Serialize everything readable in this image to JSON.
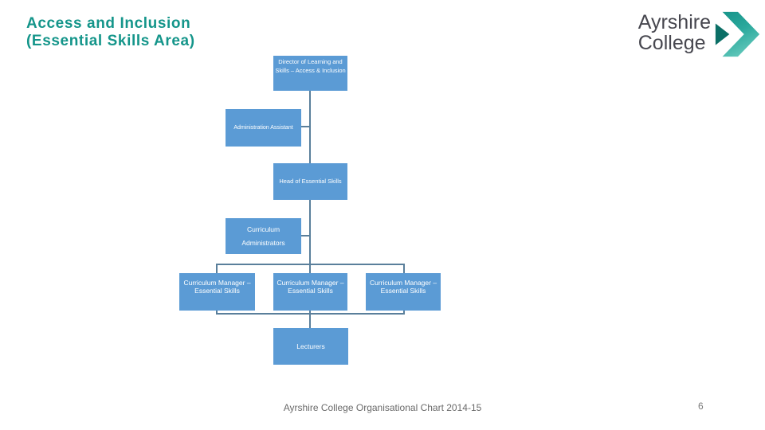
{
  "slide": {
    "title": {
      "line1": "Access and Inclusion",
      "line2": "(Essential Skills Area)",
      "color": "#14958a"
    },
    "footer": {
      "text": "Ayrshire College Organisational Chart 2014-15",
      "page_number": "6"
    }
  },
  "logo": {
    "name_line1": "Ayrshire",
    "name_line2": "College",
    "text_color": "#47474f",
    "chevron_color_dark": "#0b6f66",
    "chevron_color_mid": "#17948a",
    "chevron_color_light": "#5fc6b9"
  },
  "org_chart": {
    "style": {
      "box_fill": "#5b9bd5",
      "box_text_color": "#ffffff",
      "connector_color": "#5a7f9b"
    },
    "nodes": {
      "director": {
        "label": "Director of Learning and Skills – Access & Inclusion"
      },
      "admin_assistant": {
        "label": "Administration Assistant"
      },
      "head_essential_skills": {
        "label": "Head of Essential Skills"
      },
      "curriculum_administrators": {
        "line1": "Curriculum",
        "line2": "Administrators"
      },
      "manager_1": {
        "label": "Curriculum Manager – Essential Skills"
      },
      "manager_2": {
        "label": "Curriculum Manager – Essential Skills"
      },
      "manager_3": {
        "label": "Curriculum Manager – Essential Skills"
      },
      "lecturers": {
        "label": "Lecturers"
      }
    }
  }
}
